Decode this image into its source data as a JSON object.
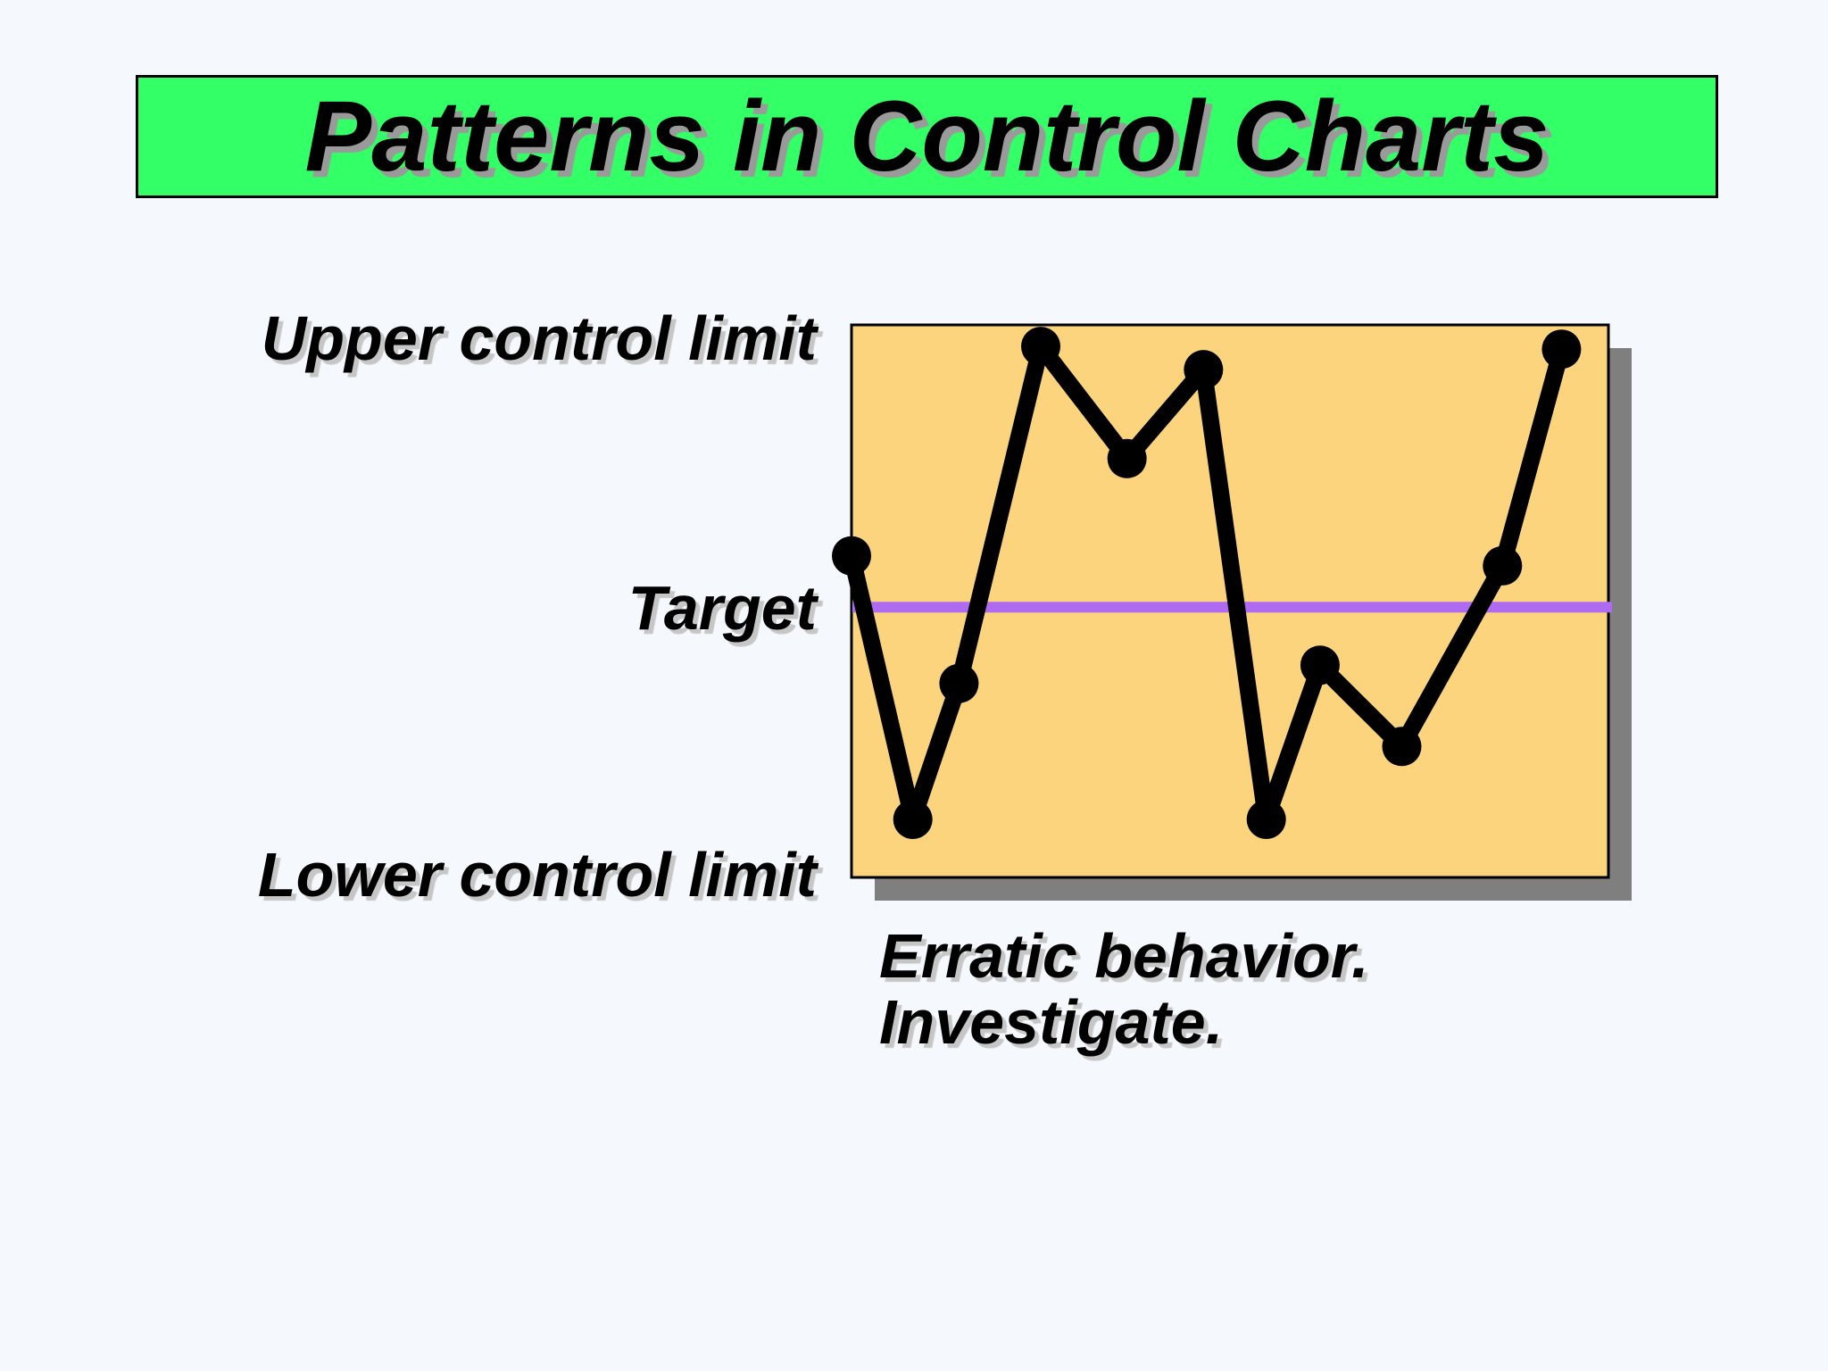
{
  "slide": {
    "background_color": "#F5F8FC",
    "title": {
      "text": "Patterns in Control Charts",
      "banner_color": "#33FF66",
      "text_color": "#000000"
    },
    "labels": {
      "upper": "Upper control limit",
      "target": "Target",
      "lower": "Lower control limit"
    },
    "caption": {
      "line1": "Erratic behavior.",
      "line2": "Investigate."
    }
  },
  "chart_data": {
    "type": "line",
    "title": "",
    "xlabel": "",
    "ylabel": "",
    "description": "Conceptual control chart: erratic behavior pattern. Plot area spans lower control limit (level 0, bottom edge) to upper control limit (level 1, top edge); horizontal target line near the middle. Eleven unlabeled samples jump erratically between the limits.",
    "grid": false,
    "legend": false,
    "plot_bg_color": "#FCD47E",
    "plot_border_color": "#000000",
    "plot_shadow_color": "#7F7F7F",
    "target_line_color": "#AE6BF2",
    "series_color": "#000000",
    "target_level": 0.489,
    "ylim": [
      0,
      1
    ],
    "points": [
      {
        "x": 0.0,
        "level": 0.582
      },
      {
        "x": 0.081,
        "level": 0.105
      },
      {
        "x": 0.142,
        "level": 0.351
      },
      {
        "x": 0.25,
        "level": 0.961
      },
      {
        "x": 0.364,
        "level": 0.758
      },
      {
        "x": 0.465,
        "level": 0.919
      },
      {
        "x": 0.548,
        "level": 0.105
      },
      {
        "x": 0.619,
        "level": 0.384
      },
      {
        "x": 0.727,
        "level": 0.237
      },
      {
        "x": 0.86,
        "level": 0.564
      },
      {
        "x": 0.938,
        "level": 0.956
      }
    ],
    "annotations": [
      "Upper control limit",
      "Target",
      "Lower control limit",
      "Erratic behavior. Investigate."
    ]
  }
}
